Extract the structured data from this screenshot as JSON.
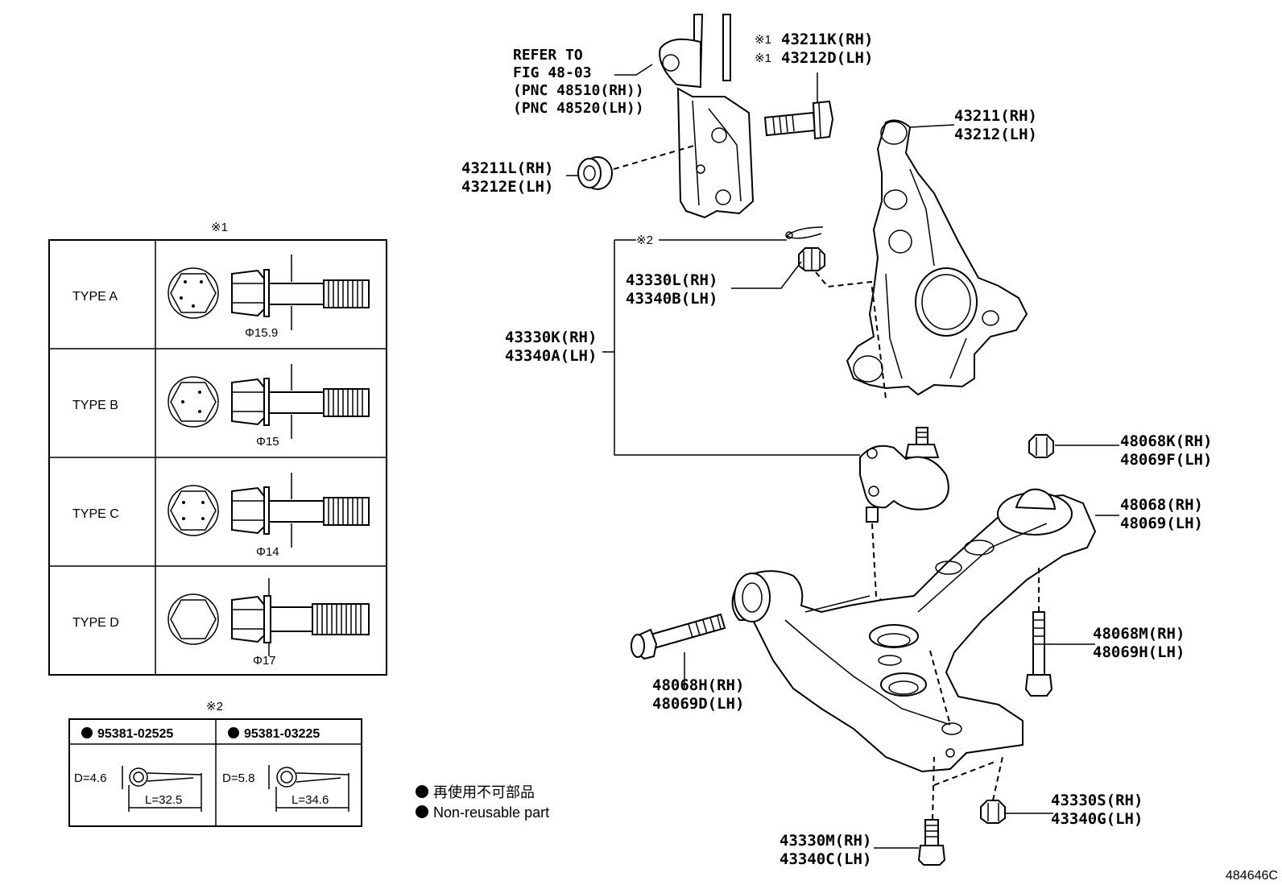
{
  "refer": {
    "line1": "REFER TO",
    "line2": "FIG 48-03",
    "line3": "(PNC 48510(RH))",
    "line4": "(PNC 48520(LH))"
  },
  "parts": {
    "p43211K": {
      "mark": "※1",
      "rh": "43211K(RH)"
    },
    "p43212D": {
      "mark": "※1",
      "lh": "43212D(LH)"
    },
    "p43211": {
      "rh": "43211(RH)",
      "lh": "43212(LH)"
    },
    "p43211L": {
      "rh": "43211L(RH)",
      "lh": "43212E(LH)"
    },
    "note2": "※2",
    "p43330L": {
      "rh": "43330L(RH)",
      "lh": "43340B(LH)"
    },
    "p43330K": {
      "rh": "43330K(RH)",
      "lh": "43340A(LH)"
    },
    "p48068K": {
      "rh": "48068K(RH)",
      "lh": "48069F(LH)"
    },
    "p48068": {
      "rh": "48068(RH)",
      "lh": "48069(LH)"
    },
    "p48068M": {
      "rh": "48068M(RH)",
      "lh": "48069H(LH)"
    },
    "p48068H": {
      "rh": "48068H(RH)",
      "lh": "48069D(LH)"
    },
    "p43330S": {
      "rh": "43330S(RH)",
      "lh": "43340G(LH)"
    },
    "p43330M": {
      "rh": "43330M(RH)",
      "lh": "43340C(LH)"
    }
  },
  "types_table": {
    "title": "※1",
    "rows": [
      {
        "type": "TYPE  A",
        "dia": "Φ15.9"
      },
      {
        "type": "TYPE  B",
        "dia": "Φ15"
      },
      {
        "type": "TYPE  C",
        "dia": "Φ14"
      },
      {
        "type": "TYPE  D",
        "dia": "Φ17"
      }
    ]
  },
  "pin_table": {
    "title": "※2",
    "cols": [
      {
        "part": "95381-02525",
        "d": "D=4.6",
        "l": "L=32.5"
      },
      {
        "part": "95381-03225",
        "d": "D=5.8",
        "l": "L=34.6"
      }
    ]
  },
  "legend": {
    "line1": "再使用不可部品",
    "line2": "Non-reusable part"
  },
  "figure_id": "484646C"
}
